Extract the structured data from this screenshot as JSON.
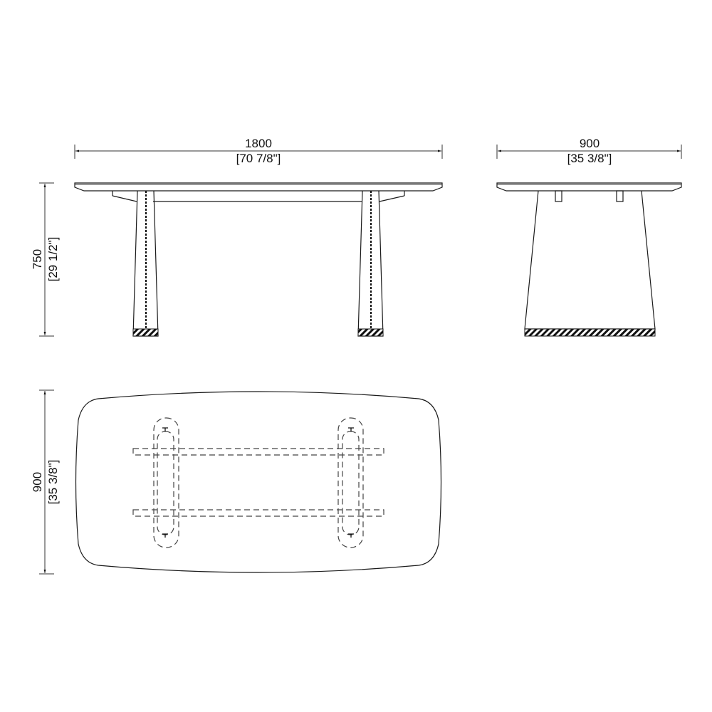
{
  "drawing": {
    "front_view": {
      "width_mm": "1800",
      "width_in": "[70 7/8\"]",
      "height_mm": "750",
      "height_in": "[29 1/2\"]"
    },
    "side_view": {
      "depth_mm": "900",
      "depth_in": "[35 3/8\"]"
    },
    "plan_view": {
      "depth_mm": "900",
      "depth_in": "[35 3/8\"]"
    }
  }
}
